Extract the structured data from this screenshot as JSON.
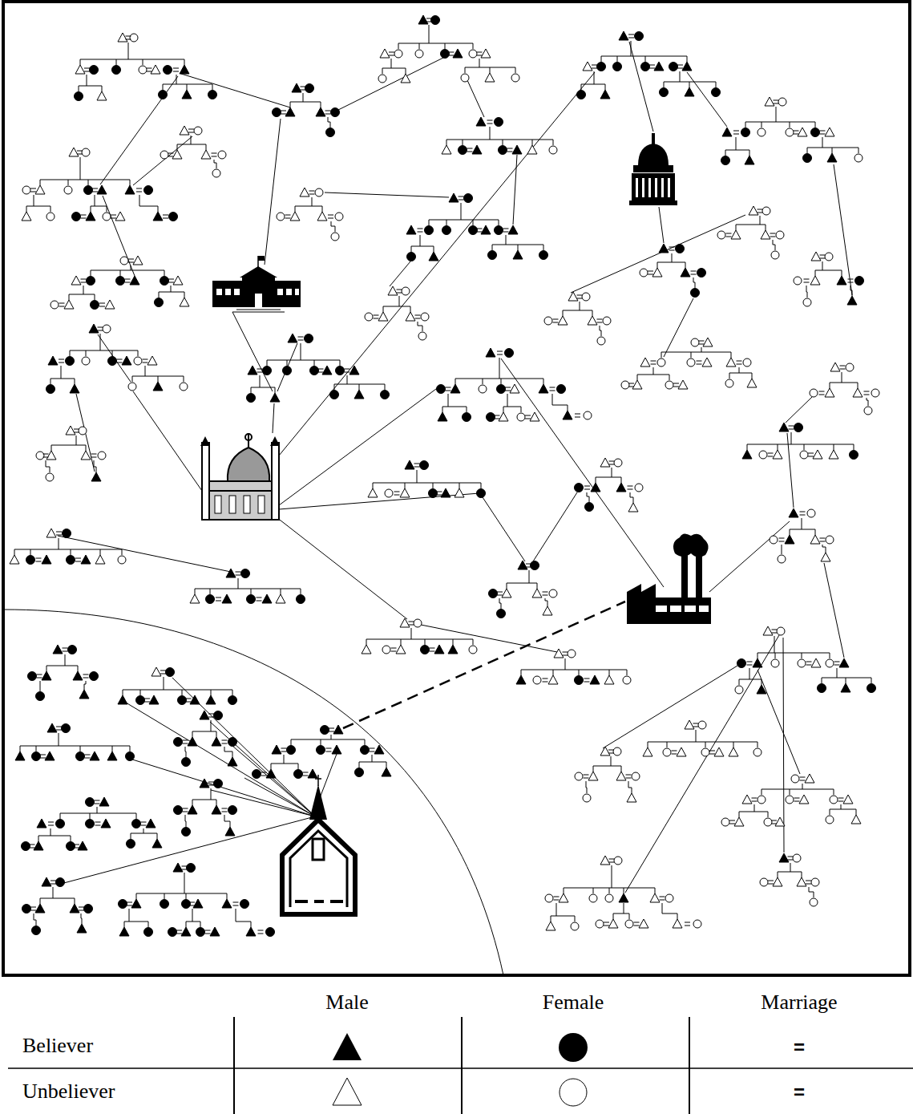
{
  "diagram": {
    "labels": [
      "Male",
      "Female",
      "Marriage",
      "=",
      "="
    ],
    "legend": [
      {
        "text": "Believer"
      },
      {
        "text": "Unbeliever"
      }
    ]
  }
}
